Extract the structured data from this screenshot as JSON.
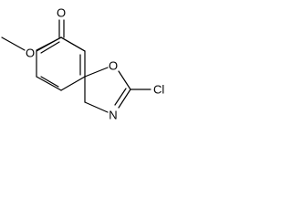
{
  "molecule": {
    "atoms": {
      "o_methoxy": "O",
      "o_carbonyl": "O",
      "o_ring": "O",
      "n_ring": "N",
      "cl": "Cl"
    }
  }
}
